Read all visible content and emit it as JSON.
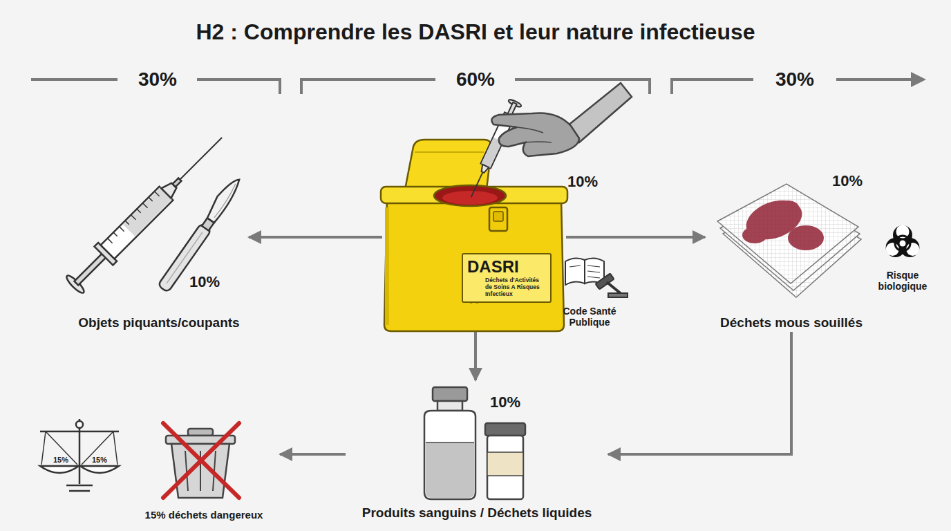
{
  "diagram": {
    "title": "H2 : Comprendre les DASRI et leur nature infectieuse",
    "nodes": [
      {
        "text": [
          "DASRI",
          "Déchets d'Activités de Soins A Risques Infectieux"
        ]
      },
      {
        "text": [
          "Objets piquants/coupants"
        ]
      },
      {
        "text": [
          "Déchets mous souillés"
        ]
      },
      {
        "text": [
          "Produits sanguins / Déchets liquides"
        ]
      },
      {
        "text": [
          "15% déchets dangereux"
        ]
      }
    ],
    "edges": [
      {
        "from": 0,
        "to": 1,
        "arrow": "to"
      },
      {
        "from": 0,
        "to": 2,
        "arrow": "to"
      },
      {
        "from": 0,
        "to": 3,
        "arrow": "to"
      },
      {
        "from": 2,
        "to": 3,
        "arrow": "to"
      },
      {
        "from": 3,
        "to": 4,
        "arrow": "to"
      }
    ],
    "labels": [
      "30%",
      "60%",
      "30%",
      "10%",
      "10%",
      "10%",
      "10%",
      "Code Santé Publique",
      "Risque biologique",
      "15%",
      "15%"
    ]
  }
}
